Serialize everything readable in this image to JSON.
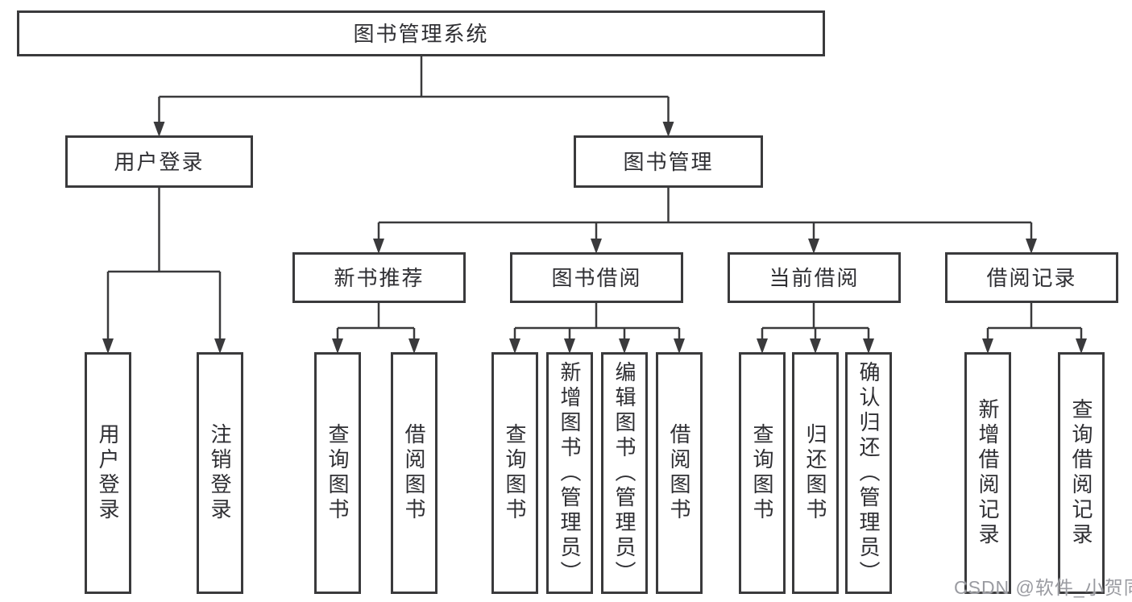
{
  "diagram_title": "图书管理系统",
  "colors": {
    "line": "#3a3a3c",
    "text": "#2f2f33",
    "box_fill": "#ffffff",
    "watermark": "#9a9ba1",
    "background": "#ffffff"
  },
  "tree": {
    "root": {
      "label": "图书管理系统"
    },
    "branches": [
      {
        "label": "用户登录",
        "children": [
          {
            "label": "用户登录"
          },
          {
            "label": "注销登录"
          }
        ]
      },
      {
        "label": "图书管理",
        "children": [
          {
            "label": "新书推荐",
            "children": [
              {
                "label": "查询图书"
              },
              {
                "label": "借阅图书"
              }
            ]
          },
          {
            "label": "图书借阅",
            "children": [
              {
                "label": "查询图书"
              },
              {
                "label": "新增图书（管理员）"
              },
              {
                "label": "编辑图书（管理员）"
              },
              {
                "label": "借阅图书"
              }
            ]
          },
          {
            "label": "当前借阅",
            "children": [
              {
                "label": "查询图书"
              },
              {
                "label": "归还图书"
              },
              {
                "label": "确认归还（管理员）"
              }
            ]
          },
          {
            "label": "借阅记录",
            "children": [
              {
                "label": "新增借阅记录"
              },
              {
                "label": "查询借阅记录"
              }
            ]
          }
        ]
      }
    ]
  },
  "watermark": "CSDN @软件_小贺同学"
}
